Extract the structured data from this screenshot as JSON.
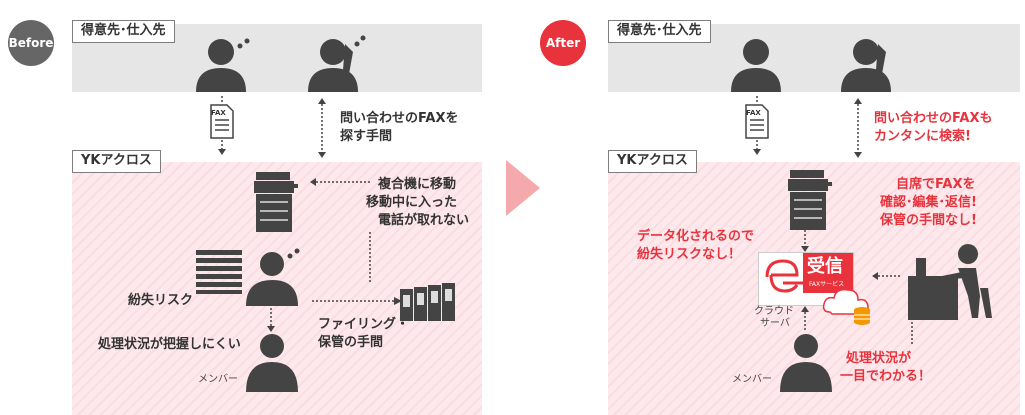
{
  "before": {
    "badge": "Before",
    "partner_label": "得意先･仕入先",
    "company_label": "YKアクロス",
    "fax_icon_text": "FAX",
    "inquiry_text": [
      "問い合わせのFAXを",
      "探す手間"
    ],
    "mfp_text": [
      "複合機に移動",
      "移動中に入った",
      "電話が取れない"
    ],
    "loss_text": "紛失リスク",
    "status_text": "処理状況が把握しにくい",
    "filing_text": [
      "ファイリング・",
      "保管の手間"
    ],
    "member_label": "メンバー"
  },
  "after": {
    "badge": "After",
    "partner_label": "得意先･仕入先",
    "company_label": "YKアクロス",
    "fax_icon_text": "FAX",
    "inquiry_text": [
      "問い合わせのFAXも",
      "カンタンに検索!"
    ],
    "desk_text": [
      "自席でFAXを",
      "確認･編集･返信!",
      "保管の手間なし!"
    ],
    "data_text": [
      "データ化されるので",
      "紛失リスクなし！"
    ],
    "service_logo_main": "受信",
    "service_logo_sub": "FAXサービス",
    "cloud_label": [
      "クラウド",
      "サーバ"
    ],
    "status_text": [
      "処理状況が",
      "一目でわかる！"
    ],
    "member_label": "メンバー"
  },
  "colors": {
    "gray_band": "#e6e6e6",
    "pink_band": "#fbe2e6",
    "accent_red": "#e8333c",
    "arrow_pink": "#f4a9ac",
    "icon_dark": "#444444",
    "badge_gray": "#666666"
  }
}
